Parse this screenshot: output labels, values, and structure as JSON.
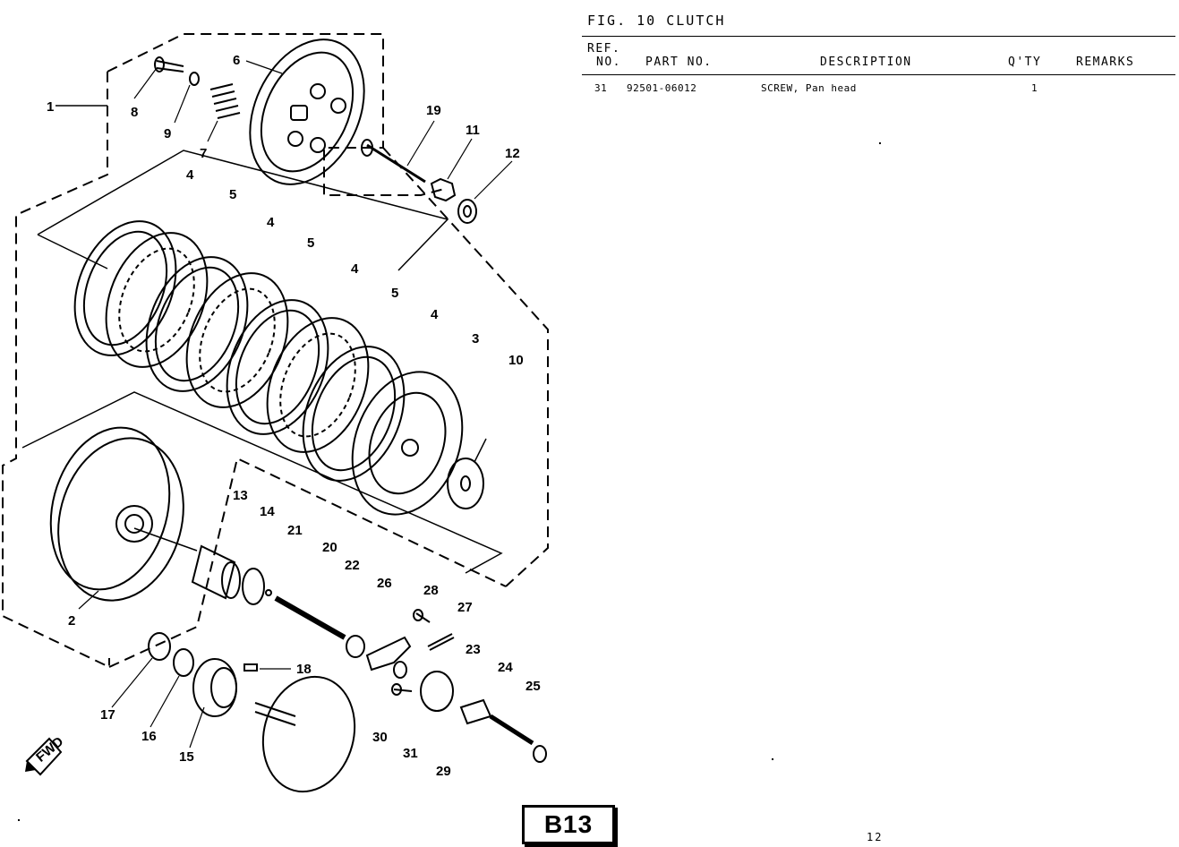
{
  "figure": {
    "title": "FIG. 10  CLUTCH"
  },
  "table": {
    "headers": {
      "ref_line1": "REF.",
      "ref_line2": "NO.",
      "part_no": "PART NO.",
      "description": "DESCRIPTION",
      "qty": "Q'TY",
      "remarks": "REMARKS"
    },
    "rows": [
      {
        "ref": "31",
        "part_no": "92501-06012",
        "description": "SCREW, Pan head",
        "qty": "1",
        "remarks": ""
      }
    ]
  },
  "diagram": {
    "callouts": [
      "1",
      "2",
      "3",
      "4",
      "4",
      "4",
      "4",
      "5",
      "5",
      "5",
      "6",
      "7",
      "8",
      "9",
      "10",
      "11",
      "12",
      "13",
      "14",
      "15",
      "16",
      "17",
      "18",
      "19",
      "20",
      "21",
      "22",
      "23",
      "24",
      "25",
      "26",
      "27",
      "28",
      "29",
      "30",
      "31"
    ],
    "fwd_label": "FWD"
  },
  "badge": {
    "label": "B13"
  },
  "page": {
    "number": "12"
  }
}
